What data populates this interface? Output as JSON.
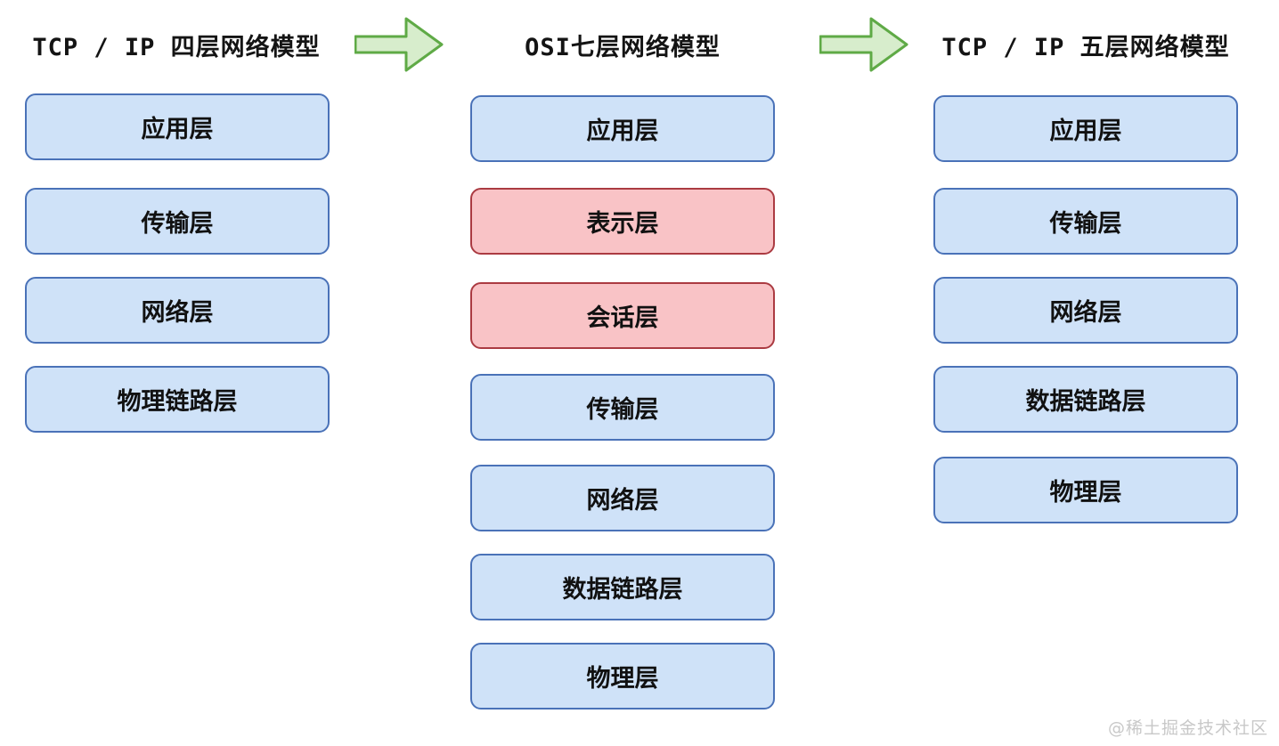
{
  "diagram": {
    "kind": "network-layer-models-comparison",
    "columns": [
      {
        "title": "TCP / IP 四层网络模型",
        "boxes": [
          {
            "label": "应用层",
            "type": "normal"
          },
          {
            "label": "传输层",
            "type": "normal"
          },
          {
            "label": "网络层",
            "type": "normal"
          },
          {
            "label": "物理链路层",
            "type": "normal"
          }
        ]
      },
      {
        "title": "OSI七层网络模型",
        "boxes": [
          {
            "label": "应用层",
            "type": "normal"
          },
          {
            "label": "表示层",
            "type": "highlight"
          },
          {
            "label": "会话层",
            "type": "highlight"
          },
          {
            "label": "传输层",
            "type": "normal"
          },
          {
            "label": "网络层",
            "type": "normal"
          },
          {
            "label": "数据链路层",
            "type": "normal"
          },
          {
            "label": "物理层",
            "type": "normal"
          }
        ]
      },
      {
        "title": "TCP / IP 五层网络模型",
        "boxes": [
          {
            "label": "应用层",
            "type": "normal"
          },
          {
            "label": "传输层",
            "type": "normal"
          },
          {
            "label": "网络层",
            "type": "normal"
          },
          {
            "label": "数据链路层",
            "type": "normal"
          },
          {
            "label": "物理层",
            "type": "normal"
          }
        ]
      }
    ],
    "arrows": [
      {
        "name": "arrow-right-1",
        "direction": "right"
      },
      {
        "name": "arrow-right-2",
        "direction": "right"
      }
    ],
    "colors": {
      "box_blue_fill": "#cfe2f8",
      "box_blue_border": "#4a72b8",
      "box_red_fill": "#f9c3c6",
      "box_red_border": "#ab3b42",
      "arrow_fill": "#d7edcc",
      "arrow_border": "#5faa46",
      "text": "#111111",
      "watermark": "#c8c8c8"
    }
  },
  "watermark": "@稀土掘金技术社区"
}
